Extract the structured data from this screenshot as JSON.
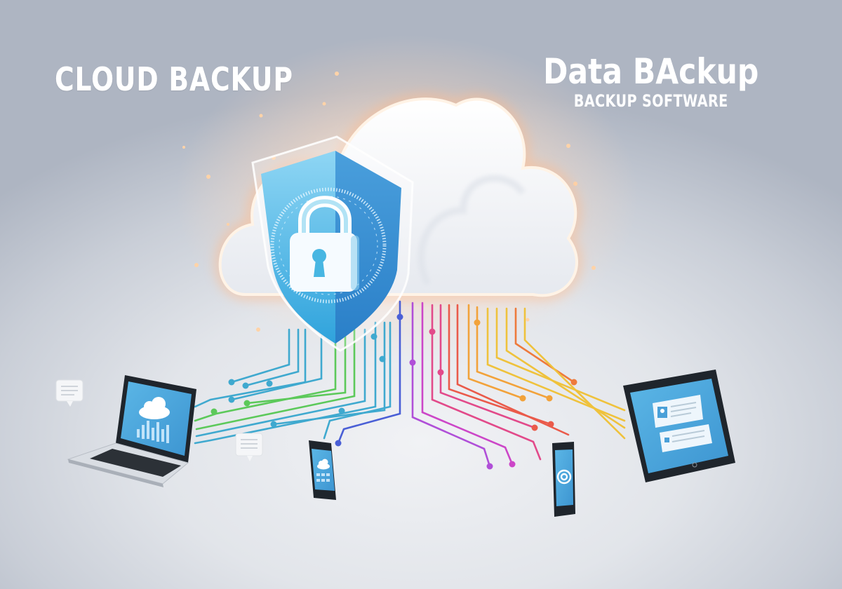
{
  "headline_left": "CLOUD BACKUP",
  "headline_right": {
    "title": "Data BAckup",
    "subtitle": "BACKUP SOFTWARE"
  },
  "illustration": {
    "central": [
      "cloud-icon",
      "shield-icon",
      "padlock-icon"
    ],
    "devices": [
      "laptop",
      "smartphone",
      "smartphone",
      "tablet"
    ],
    "decor": [
      "chat-bubble-icon",
      "chat-bubble-icon",
      "data-lines"
    ]
  },
  "colors": {
    "shield_blue": "#3aa7e0",
    "screen_blue": "#4aa8dc",
    "glow": "#ffd9b8",
    "line_cyan": "#3fa9cf",
    "line_green": "#5cc95a",
    "line_blue": "#4a5fd6",
    "line_purple": "#b04fd8",
    "line_pink": "#e24a8a",
    "line_red": "#ea5a4a",
    "line_orange": "#f2a23a",
    "line_yellow": "#efc23c"
  }
}
